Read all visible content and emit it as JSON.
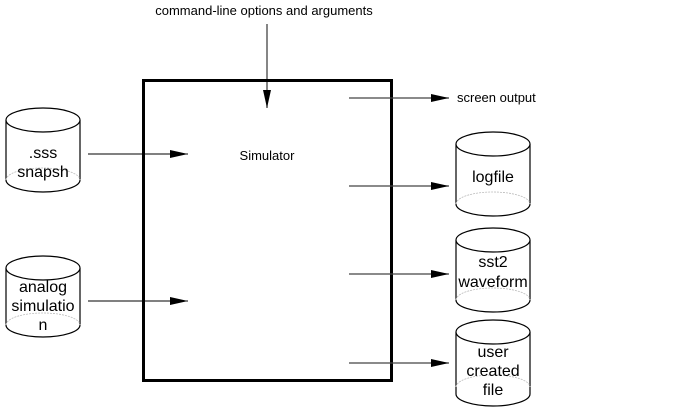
{
  "diagram": {
    "title_input": "command-line options and arguments",
    "central_block": {
      "label": "Simulator"
    },
    "inputs": [
      {
        "id": "sss-snapsh",
        "lines": [
          ".sss",
          "snapsh"
        ]
      },
      {
        "id": "analog-simulation",
        "lines": [
          "analog",
          "simulatio",
          "n"
        ]
      }
    ],
    "outputs": [
      {
        "id": "screen-output",
        "type": "text",
        "lines": [
          "screen output"
        ]
      },
      {
        "id": "logfile",
        "type": "cylinder",
        "lines": [
          "logfile"
        ]
      },
      {
        "id": "sst2-waveform",
        "type": "cylinder",
        "lines": [
          "sst2",
          "waveform"
        ]
      },
      {
        "id": "user-created-file",
        "type": "cylinder",
        "lines": [
          "user",
          "created",
          "file"
        ]
      }
    ]
  }
}
